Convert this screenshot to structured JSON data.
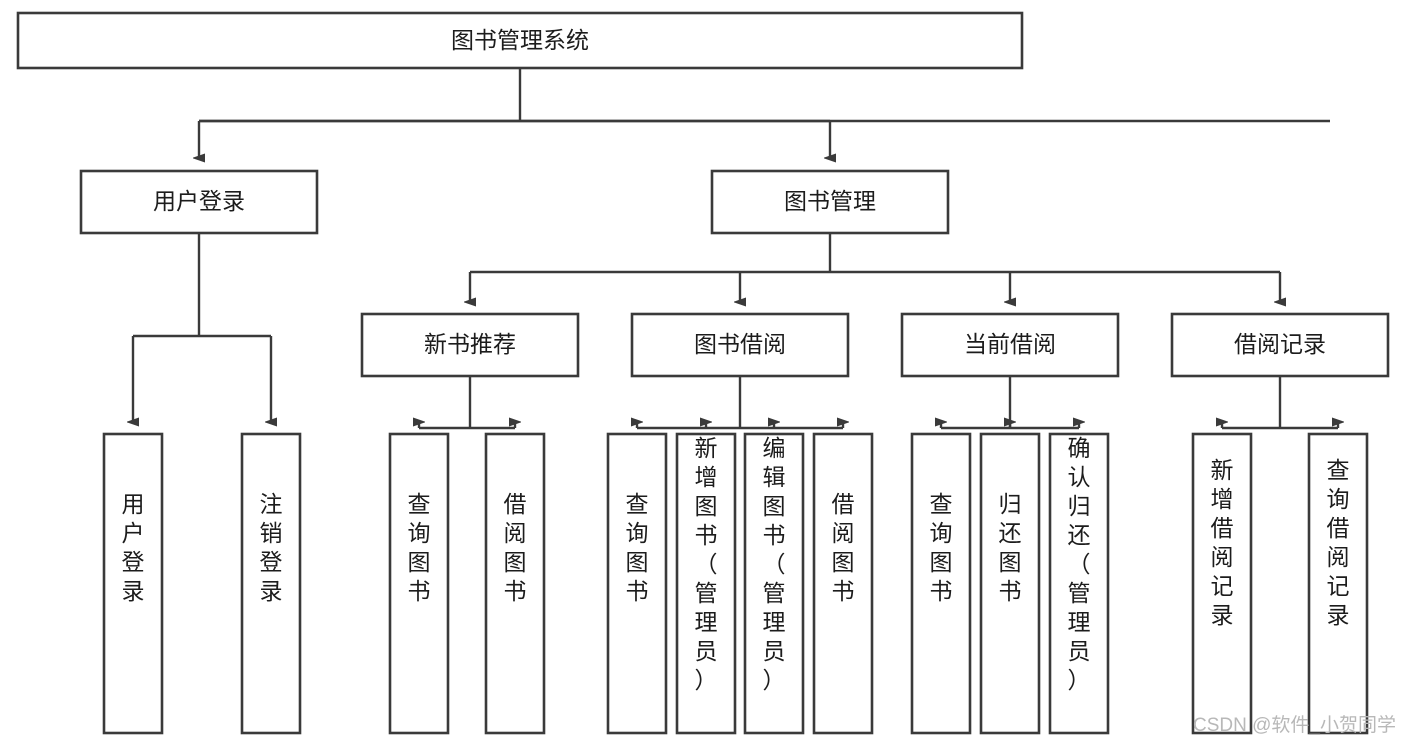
{
  "diagram": {
    "title": "图书管理系统",
    "type": "tree-hierarchy-chart",
    "root": {
      "id": "root",
      "label": "图书管理系统"
    },
    "level2": [
      {
        "id": "user-login",
        "label": "用户登录"
      },
      {
        "id": "book-manage",
        "label": "图书管理"
      }
    ],
    "level3": [
      {
        "id": "new-book-rec",
        "label": "新书推荐",
        "parent": "book-manage"
      },
      {
        "id": "book-borrow",
        "label": "图书借阅",
        "parent": "book-manage"
      },
      {
        "id": "current-borrow",
        "label": "当前借阅",
        "parent": "book-manage"
      },
      {
        "id": "borrow-record",
        "label": "借阅记录",
        "parent": "book-manage"
      }
    ],
    "leaves": [
      {
        "id": "leaf-user-login",
        "label": "用户登录",
        "parent": "user-login"
      },
      {
        "id": "leaf-logout",
        "label": "注销登录",
        "parent": "user-login"
      },
      {
        "id": "leaf-query-book-1",
        "label": "查询图书",
        "parent": "new-book-rec"
      },
      {
        "id": "leaf-borrow-book-1",
        "label": "借阅图书",
        "parent": "new-book-rec"
      },
      {
        "id": "leaf-query-book-2",
        "label": "查询图书",
        "parent": "book-borrow"
      },
      {
        "id": "leaf-add-book",
        "label": "新增图书（管理员）",
        "parent": "book-borrow"
      },
      {
        "id": "leaf-edit-book",
        "label": "编辑图书（管理员）",
        "parent": "book-borrow"
      },
      {
        "id": "leaf-borrow-book-2",
        "label": "借阅图书",
        "parent": "book-borrow"
      },
      {
        "id": "leaf-query-book-3",
        "label": "查询图书",
        "parent": "current-borrow"
      },
      {
        "id": "leaf-return-book",
        "label": "归还图书",
        "parent": "current-borrow"
      },
      {
        "id": "leaf-confirm-return",
        "label": "确认归还（管理员）",
        "parent": "current-borrow"
      },
      {
        "id": "leaf-add-record",
        "label": "新增借阅记录",
        "parent": "borrow-record"
      },
      {
        "id": "leaf-query-record",
        "label": "查询借阅记录",
        "parent": "borrow-record"
      }
    ]
  },
  "watermark": {
    "text": "CSDN @软件_小贺同学"
  },
  "colors": {
    "stroke": "#3a3a3a",
    "box_fill": "#ffffff",
    "text": "#1c1c1c",
    "watermark": "#b8b8b8",
    "background": "#ffffff"
  }
}
